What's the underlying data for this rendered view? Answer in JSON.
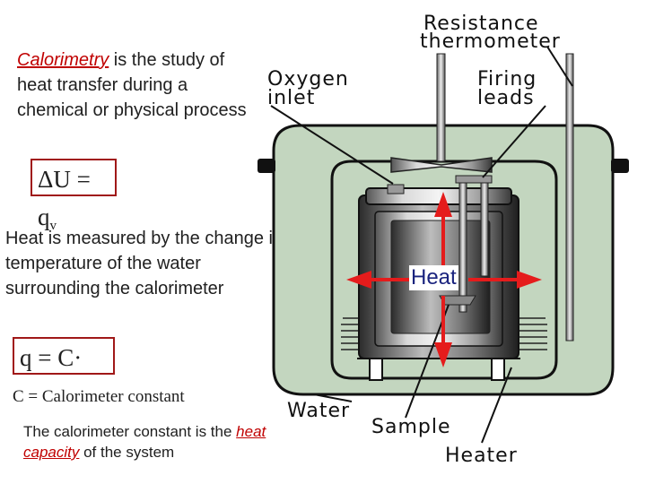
{
  "intro": {
    "term": "Calorimetry",
    "rest": " is the study of heat transfer during a chemical or physical process"
  },
  "equation1": {
    "main": "ΔU = q",
    "sub": "v"
  },
  "heat_measure": "Heat is measured by the change in temperature of the water surrounding the calorimeter",
  "equation2": "q = C·",
  "constant_def": "C = Calorimeter constant",
  "constant_text": {
    "before": "The calorimeter constant is the ",
    "term": "heat capacity",
    "after": " of the system"
  },
  "labels": {
    "resistance": "Resistance",
    "thermometer": "thermometer",
    "oxygen": "Oxygen",
    "inlet": "inlet",
    "firing": "Firing",
    "leads": "leads",
    "heat": "Heat",
    "water": "Water",
    "sample": "Sample",
    "heater": "Heater"
  },
  "colors": {
    "water": "#c3d6bf",
    "arrow": "#e51c1c",
    "term": "#c00000",
    "box_border": "#a01818"
  }
}
